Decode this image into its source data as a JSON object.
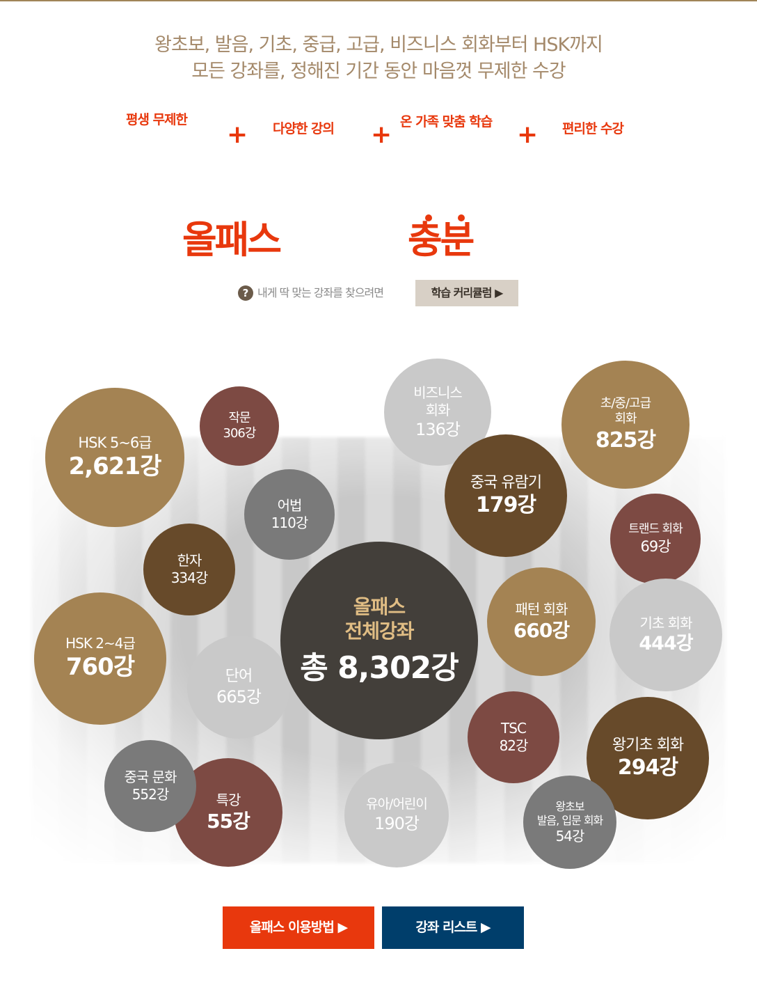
{
  "intro": {
    "line1": "왕초보, 발음, 기초, 중급, 고급, 비즈니스 회화부터 HSK까지",
    "line2": "모든 강좌를, 정해진 기간 동안 마음껏 무제한 수강"
  },
  "features": [
    "평생 무제한",
    "다양한 강의",
    "온 가족 맞춤 학습",
    "편리한 수강"
  ],
  "plus": "+",
  "headline": {
    "left": "올패스",
    "right": "충분"
  },
  "help": {
    "icon": "?",
    "text": "내게 딱 맞는 강좌를 찾으려면",
    "button": "학습 커리큘럼 ▶"
  },
  "center": {
    "line1": "올패스",
    "line2": "전체강좌",
    "total": "총 8,302강"
  },
  "bubbles": [
    {
      "label": "HSK 5~6급",
      "count": "2,621강"
    },
    {
      "label": "작문",
      "count": "306강"
    },
    {
      "label": "비즈니스",
      "label2": "회화",
      "count": "136강"
    },
    {
      "label": "초/중/고급",
      "label2": "회화",
      "count": "825강"
    },
    {
      "label": "어법",
      "count": "110강"
    },
    {
      "label": "중국 유람기",
      "count": "179강"
    },
    {
      "label": "트랜드 회화",
      "count": "69강"
    },
    {
      "label": "한자",
      "count": "334강"
    },
    {
      "label": "패턴 회화",
      "count": "660강"
    },
    {
      "label": "기초 회화",
      "count": "444강"
    },
    {
      "label": "HSK 2~4급",
      "count": "760강"
    },
    {
      "label": "단어",
      "count": "665강"
    },
    {
      "label": "TSC",
      "count": "82강"
    },
    {
      "label": "왕기초 회화",
      "count": "294강"
    },
    {
      "label": "중국 문화",
      "count": "552강"
    },
    {
      "label": "특강",
      "count": "55강"
    },
    {
      "label": "유아/어린이",
      "count": "190강"
    },
    {
      "label": "왕초보",
      "label2": "발음, 입문 회화",
      "count": "54강"
    }
  ],
  "buttons": {
    "allpass_usage": "올패스 이용방법 ▶",
    "course_list": "강좌 리스트 ▶"
  },
  "colors": {
    "accent": "#e8380d",
    "navy": "#003e6b",
    "tan": "#a48353",
    "maroon": "#7d4a43",
    "dark_brown": "#674a2a",
    "light_gray": "#c9c9c9",
    "gray": "#7a7a7a",
    "charcoal": "#433f3a"
  }
}
